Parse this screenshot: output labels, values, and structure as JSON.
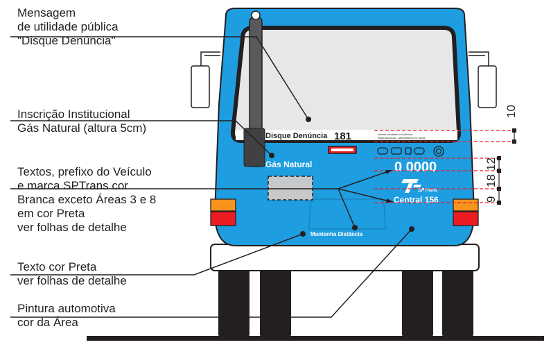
{
  "labels": {
    "message": [
      "Mensagem",
      "de utilidade pública",
      "\"Disque Denúncia\""
    ],
    "institutional": [
      "Inscrição Institucional",
      "Gás Natural (altura 5cm)"
    ],
    "texts": [
      "Textos,  prefixo do Veículo",
      "e marca SPTrans cor",
      "Branca exceto Áreas 3 e 8",
      "em cor Preta",
      "ver folhas de detalhe"
    ],
    "black_text": [
      "Texto cor Preta",
      "ver folhas de detalhe"
    ],
    "paint": [
      "Pintura automotiva",
      "cor da Área"
    ]
  },
  "bus": {
    "disque_text": "Disque Denúncia",
    "disque_number": "181",
    "small_line1": "Vamos combater a violência",
    "small_line2": "Sigilo absoluto - Atendimento 24 horas",
    "gas_natural": "Gás Natural",
    "prefix_number": "0 0000",
    "sptrans": "SPTrans",
    "central": "Central 156",
    "mantenha": "Mantenha Distância"
  },
  "dimensions": [
    "10",
    "12",
    "18",
    "9"
  ],
  "colors": {
    "body": "#1e9de0",
    "outline": "#231f20",
    "window": "#e6e7e8",
    "orange": "#f7941d",
    "red": "#ed1c24",
    "dim_red": "#ed1c24",
    "tire": "#231f20"
  }
}
